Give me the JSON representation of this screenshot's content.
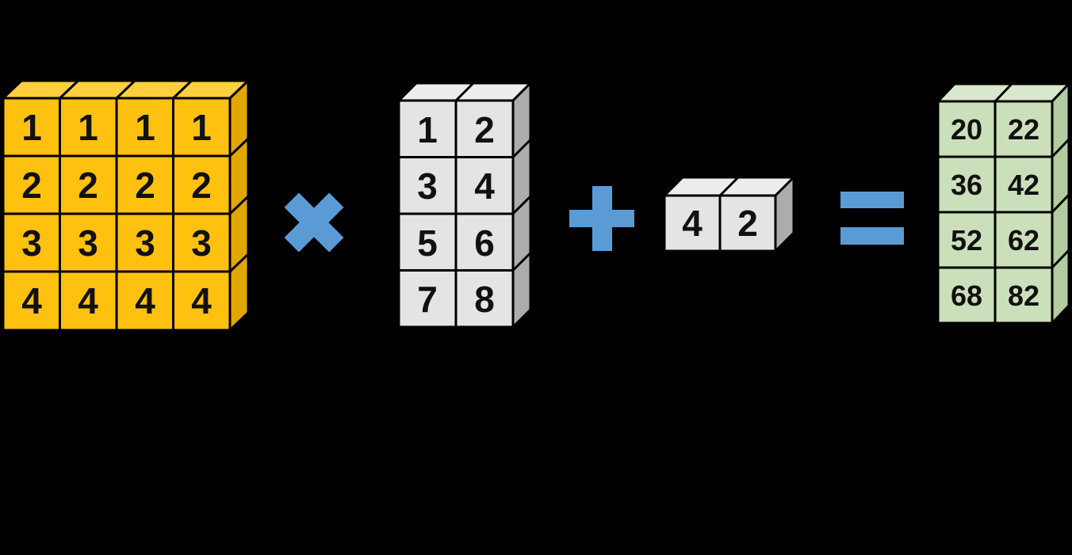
{
  "colors": {
    "background": "#000000",
    "outline": "#000000",
    "digit": "#111111",
    "operator": "#5B9BD5",
    "matrix_a": {
      "front": "#FFC110",
      "top": "#FFCF40",
      "side": "#E2A600"
    },
    "matrix_b": {
      "front": "#E4E4E4",
      "top": "#EDEDED",
      "side": "#ACACAC"
    },
    "bias": {
      "front": "#E4E4E4",
      "top": "#EDEDED",
      "side": "#ACACAC"
    },
    "result": {
      "front": "#CBDFBB",
      "top": "#D9E7CC",
      "side": "#B2CBA0"
    }
  },
  "operators": {
    "multiply": "×",
    "add": "+",
    "equals": "="
  },
  "matrices": {
    "a": {
      "rows": [
        [
          1,
          1,
          1,
          1
        ],
        [
          2,
          2,
          2,
          2
        ],
        [
          3,
          3,
          3,
          3
        ],
        [
          4,
          4,
          4,
          4
        ]
      ]
    },
    "b": {
      "rows": [
        [
          1,
          2
        ],
        [
          3,
          4
        ],
        [
          5,
          6
        ],
        [
          7,
          8
        ]
      ]
    },
    "bias": {
      "rows": [
        [
          4,
          2
        ]
      ]
    },
    "result": {
      "rows": [
        [
          20,
          22
        ],
        [
          36,
          42
        ],
        [
          52,
          62
        ],
        [
          68,
          82
        ]
      ]
    }
  }
}
